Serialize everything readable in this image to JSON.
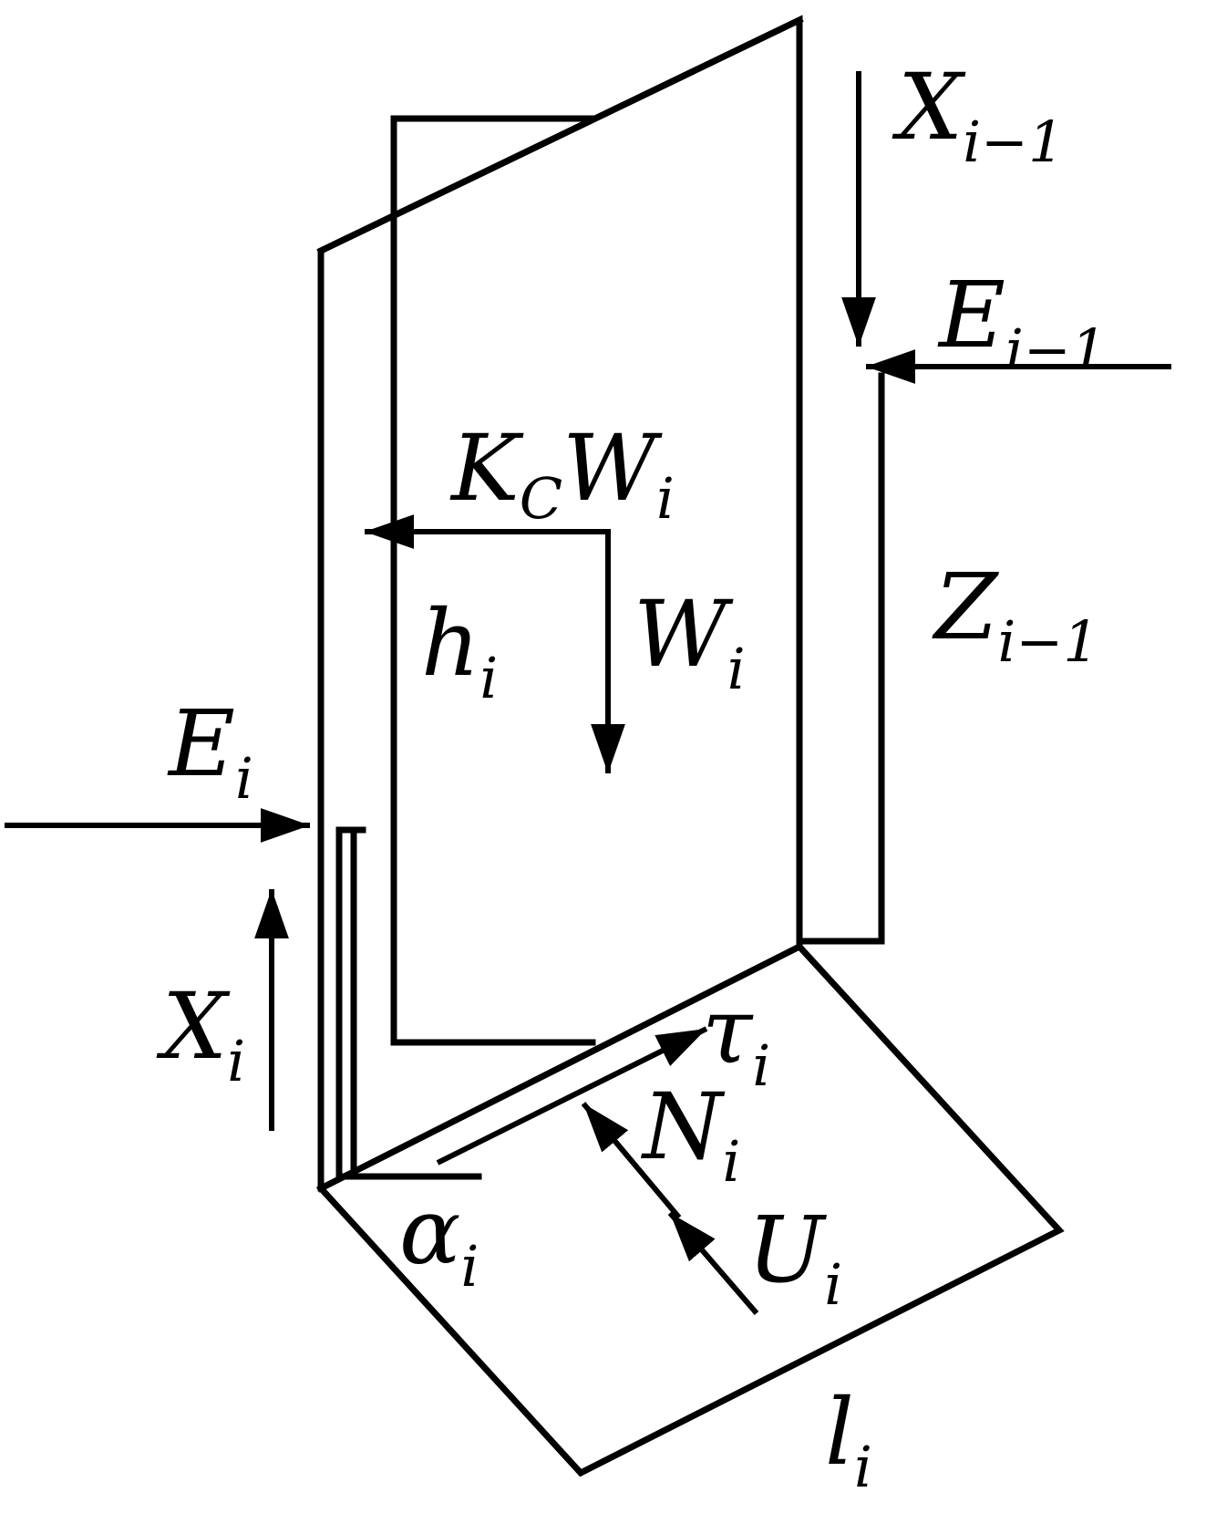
{
  "colors": {
    "stroke": "#000000",
    "text": "#000000",
    "background": "#ffffff"
  },
  "labels": {
    "x_prev": {
      "main": "X",
      "sub": "i−1"
    },
    "e_prev": {
      "main": "E",
      "sub": "i−1"
    },
    "kc_w": {
      "main": "K",
      "sub": "C",
      "main2": "W",
      "sub2": "i"
    },
    "z_prev": {
      "main": "Z",
      "sub": "i−1"
    },
    "h": {
      "main": "h",
      "sub": "i"
    },
    "w": {
      "main": "W",
      "sub": "i"
    },
    "e": {
      "main": "E",
      "sub": "i"
    },
    "x": {
      "main": "X",
      "sub": "i"
    },
    "tau": {
      "main": "τ",
      "sub": "i"
    },
    "n": {
      "main": "N",
      "sub": "i"
    },
    "u": {
      "main": "U",
      "sub": "i"
    },
    "alpha": {
      "main": "α",
      "sub": "i"
    },
    "l": {
      "main": "l",
      "sub": "i"
    }
  }
}
